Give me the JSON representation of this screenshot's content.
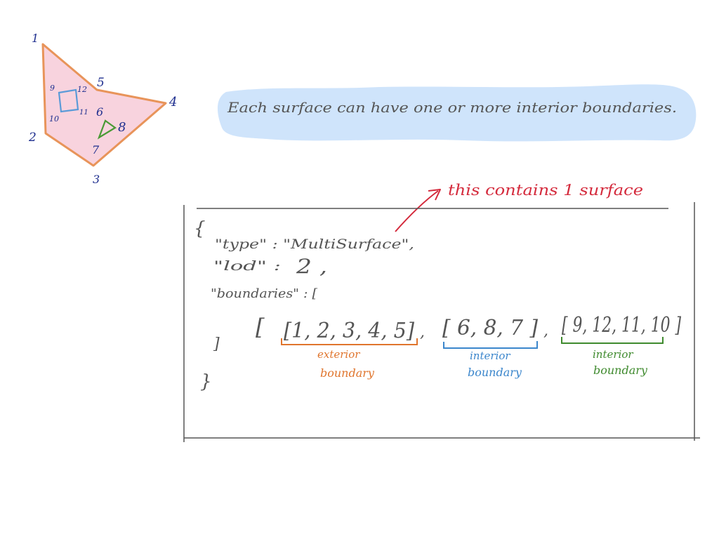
{
  "sketch": {
    "vertex_labels": [
      "1",
      "2",
      "3",
      "4",
      "5",
      "6",
      "7",
      "8",
      "9",
      "10",
      "11",
      "12"
    ]
  },
  "highlight_note": {
    "text": "Each surface can have one or more interior boundaries.",
    "color": "#cfe4fb"
  },
  "arrow_note": {
    "text": "this contains 1 surface",
    "color": "#d42a3c"
  },
  "code": {
    "open_brace": "{",
    "type_line": "\"type\" : \"MultiSurface\",",
    "lod_key": "\"lod\" :",
    "lod_value": "2 ,",
    "boundaries_line": "\"boundaries\" : [",
    "outer_open": "[",
    "exterior_values": "[1, 2, 3, 4, 5]",
    "comma_1": ",",
    "interior_values_1": "[ 6, 8, 7 ]",
    "comma_2": ",",
    "interior_values_2": "[ 9, 12, 11, 10 ]",
    "outer_close": "]",
    "list_close": "]",
    "close_brace": "}"
  },
  "annotations": {
    "exterior": {
      "line1": "exterior",
      "line2": "boundary",
      "color": "#e0752d"
    },
    "interior_blue": {
      "line1": "interior",
      "line2": "boundary",
      "color": "#3b86cc"
    },
    "interior_green": {
      "line1": "interior",
      "line2": "boundary",
      "color": "#3f8a2e"
    }
  },
  "colors": {
    "ink": "#555555",
    "polygon_fill": "#f8d3de",
    "polygon_stroke": "#e8945a",
    "label_blue": "#1f2f8f",
    "square_stroke": "#5b9bd8",
    "triangle_stroke": "#4a9a36"
  }
}
